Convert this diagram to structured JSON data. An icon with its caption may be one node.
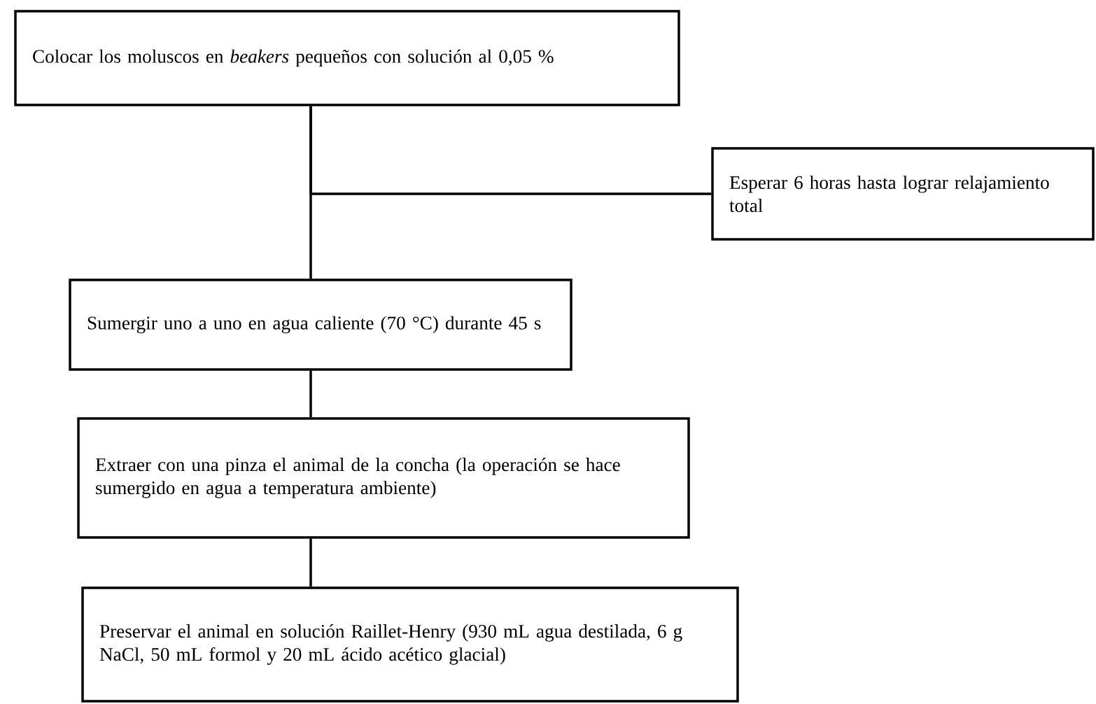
{
  "diagram": {
    "nodes": [
      {
        "text": [
          "Colocar los moluscos en *beakers* pequeños con solución al 0,05 %"
        ]
      },
      {
        "text": [
          "Esperar 6 horas hasta lograr relajamiento total"
        ]
      },
      {
        "text": [
          "Sumergir uno a uno en agua caliente (70 °C) durante 45 s"
        ]
      },
      {
        "text": [
          "Extraer con una pinza el animal de la concha (la operación se hace sumergido en agua a temperatura ambiente)"
        ]
      },
      {
        "text": [
          "Preservar el animal en solución Raillet-Henry (930 mL agua destilada, 6 g NaCl, 50 mL formol y 20 mL ácido acético glacial)"
        ]
      }
    ],
    "edges": [
      {
        "from": 0,
        "to": 1,
        "arrow": "none"
      },
      {
        "from": 0,
        "to": 2,
        "arrow": "none"
      },
      {
        "from": 2,
        "to": 3,
        "arrow": "none"
      },
      {
        "from": 3,
        "to": 4,
        "arrow": "none"
      }
    ]
  }
}
